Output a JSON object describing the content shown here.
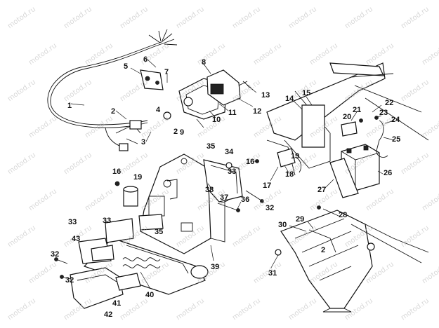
{
  "watermark": "motod.ru",
  "callouts": [
    "1",
    "2",
    "2",
    "2",
    "3",
    "4",
    "5",
    "6",
    "7",
    "8",
    "9",
    "10",
    "11",
    "12",
    "13",
    "14",
    "15",
    "16",
    "16",
    "17",
    "18",
    "19",
    "19",
    "20",
    "21",
    "22",
    "23",
    "24",
    "25",
    "26",
    "27",
    "28",
    "29",
    "30",
    "31",
    "32",
    "32",
    "32",
    "33",
    "33",
    "33",
    "34",
    "35",
    "35",
    "36",
    "37",
    "38",
    "39",
    "40",
    "41",
    "42",
    "43"
  ]
}
